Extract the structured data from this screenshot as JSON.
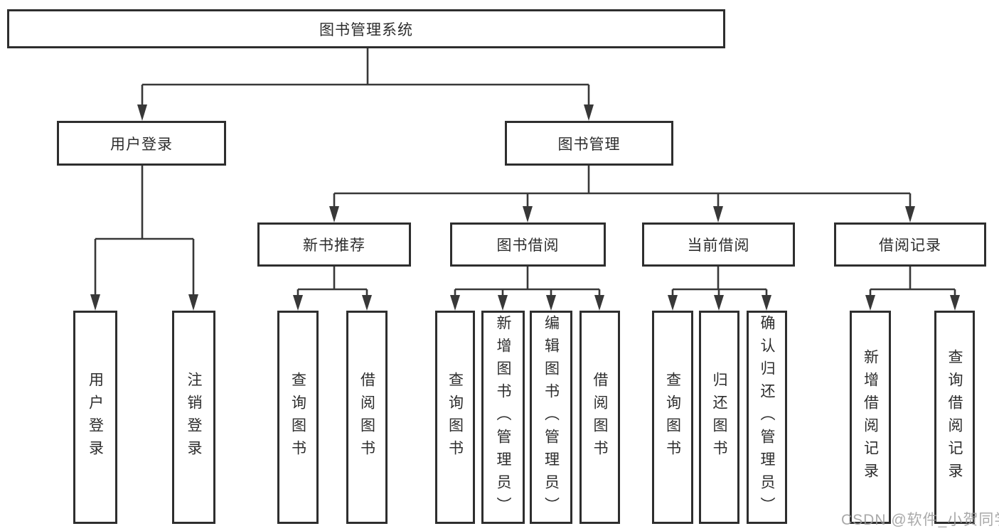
{
  "diagram": {
    "root": {
      "label": "图书管理系统"
    },
    "branches": [
      {
        "label": "用户登录",
        "leaves": [
          {
            "label": "用户登录"
          },
          {
            "label": "注销登录"
          }
        ]
      },
      {
        "label": "图书管理",
        "sections": [
          {
            "label": "新书推荐",
            "leaves": [
              {
                "label": "查询图书"
              },
              {
                "label": "借阅图书"
              }
            ]
          },
          {
            "label": "图书借阅",
            "leaves": [
              {
                "label": "查询图书"
              },
              {
                "label": "新增图书（管理员）"
              },
              {
                "label": "编辑图书（管理员）"
              },
              {
                "label": "借阅图书"
              }
            ]
          },
          {
            "label": "当前借阅",
            "leaves": [
              {
                "label": "查询图书"
              },
              {
                "label": "归还图书"
              },
              {
                "label": "确认归还（管理员）"
              }
            ]
          },
          {
            "label": "借阅记录",
            "leaves": [
              {
                "label": "新增借阅记录"
              },
              {
                "label": "查询借阅记录"
              }
            ]
          }
        ]
      }
    ],
    "watermark": "CSDN @软件_小贺同学",
    "colors": {
      "line": "#383838",
      "border": "#2e2e2e",
      "text": "#2d2d2d",
      "background": "#ffffff",
      "watermark": "#9b9b9b"
    }
  }
}
